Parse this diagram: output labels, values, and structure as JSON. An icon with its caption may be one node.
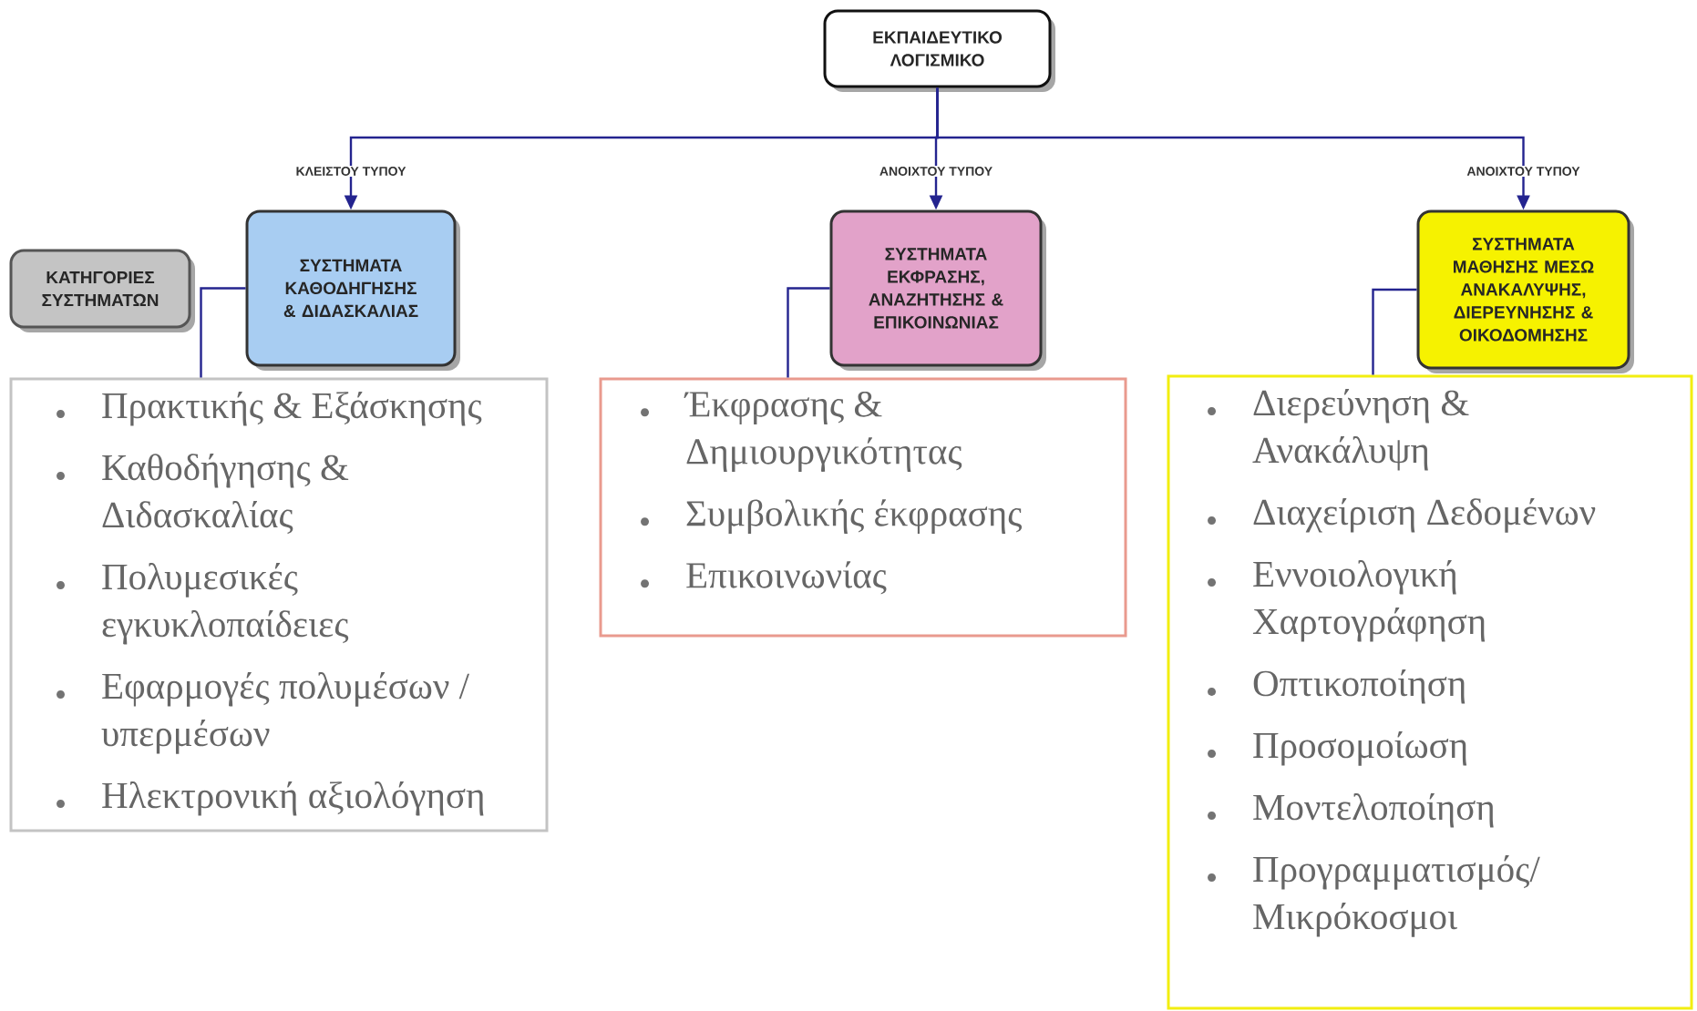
{
  "diagram": {
    "nodes": [
      {
        "text": [
          "ΕΚΠΑΙΔΕΥΤΙΚΟ ΛΟΓΙΣΜΙΚΟ"
        ]
      },
      {
        "text": [
          "ΚΑΤΗΓΟΡΙΕΣ ΣΥΣΤΗΜΑΤΩΝ"
        ]
      },
      {
        "text": [
          "ΣΥΣΤΗΜΑΤΑ ΚΑΘΟΔΗΓΗΣΗΣ & ΔΙΔΑΣΚΑΛΙΑΣ"
        ]
      },
      {
        "text": [
          "ΣΥΣΤΗΜΑΤΑ ΕΚΦΡΑΣΗΣ, ΑΝΑΖΗΤΗΣΗΣ & ΕΠΙΚΟΙΝΩΝΙΑΣ"
        ]
      },
      {
        "text": [
          "ΣΥΣΤΗΜΑΤΑ ΜΑΘΗΣΗΣ ΜΕΣΩ ΑΝΑΚΑΛΥΨΗΣ, ΔΙΕΡΕΥΝΗΣΗΣ & ΟΙΚΟΔΟΜΗΣΗΣ"
        ]
      },
      {
        "text": [
          "Πρακτικής & Εξάσκησης",
          "Καθοδήγησης & Διδασκαλίας",
          "Πολυμεσικές εγκυκλοπαίδειες",
          "Εφαρμογές πολυμέσων / υπερμέσων",
          "Ηλεκτρονική αξιολόγηση"
        ]
      },
      {
        "text": [
          "Έκφρασης & Δημιουργικότητας",
          "Συμβολικής έκφρασης",
          "Επικοινωνίας"
        ]
      },
      {
        "text": [
          "Διερεύνηση & Ανακάλυψη",
          "Διαχείριση Δεδομένων",
          "Εννοιολογική Χαρτογράφηση",
          "Οπτικοποίηση",
          "Προσομοίωση",
          "Μοντελοποίηση",
          "Προγραμματισμός/ Μικρόκοσμοι"
        ]
      }
    ],
    "edges": [
      {
        "from": 0,
        "to": 2,
        "arrow": "to",
        "label": "ΚΛΕΙΣΤΟΥ ΤΥΠΟΥ"
      },
      {
        "from": 0,
        "to": 3,
        "arrow": "to",
        "label": "ΑΝΟΙΧΤΟΥ ΤΥΠΟΥ"
      },
      {
        "from": 0,
        "to": 4,
        "arrow": "to",
        "label": "ΑΝΟΙΧΤΟΥ ΤΥΠΟΥ"
      },
      {
        "from": 2,
        "to": 5,
        "arrow": "none"
      },
      {
        "from": 3,
        "to": 6,
        "arrow": "none"
      },
      {
        "from": 4,
        "to": 7,
        "arrow": "none"
      }
    ]
  }
}
